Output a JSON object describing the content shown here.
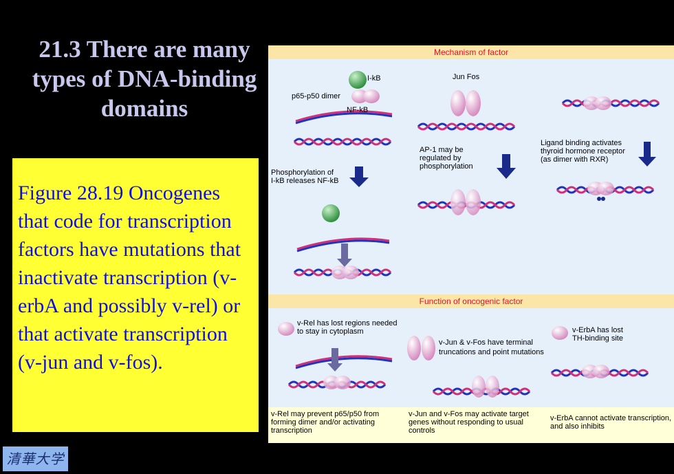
{
  "slide": {
    "title": "21.3 There are many types of DNA-binding domains",
    "caption": "Figure 28.19 Oncogenes that code for transcription factors have mutations that inactivate transcription (v-erbA and possibly v-rel) or that activate transcription (v-jun and v-fos).",
    "logo_text": "清華大学"
  },
  "figure": {
    "mechanism_header": "Mechanism of factor",
    "function_header": "Function of oncogenic factor",
    "labels": {
      "ikb": "I-kB",
      "p65_p50": "p65-p50 dimer",
      "nfkb": "NF-kB",
      "jun_fos": "Jun Fos",
      "phospho_1": "Phosphorylation of",
      "phospho_2": "I-kB releases NF-kB",
      "ap1_1": "AP-1 may be",
      "ap1_2": "regulated by",
      "ap1_3": "phosphorylation",
      "ligand_1": "Ligand binding activates",
      "ligand_2": "thyroid hormone receptor",
      "ligand_3": "(as dimer with RXR)",
      "vrel_1": "v-Rel has lost regions needed",
      "vrel_2": "to stay in cytoplasm",
      "vjun_1": "v-Jun & v-Fos have terminal",
      "vjun_2": "truncations and point mutations",
      "verba_1": "v-ErbA has lost",
      "verba_2": "TH-binding site"
    },
    "bottom": {
      "col1": "v-Rel may prevent p65/p50 from forming dimer and/or activating transcription",
      "col2": "v-Jun and v-Fos may activate target genes without responding to usual controls",
      "col3": "v-ErbA cannot activate transcription, and also inhibits"
    },
    "colors": {
      "band": "#fbe6a8",
      "header_text": "#e0102a",
      "panel": "#e6f0fb",
      "caption_bg": "#ffff33",
      "caption_text": "#1010dd",
      "title_text": "#c8c8ee",
      "dna_blue": "#2233bb",
      "dna_magenta": "#d0307a",
      "protein_pink": "#e6b0d4",
      "arrow": "#1a2a8a"
    }
  }
}
